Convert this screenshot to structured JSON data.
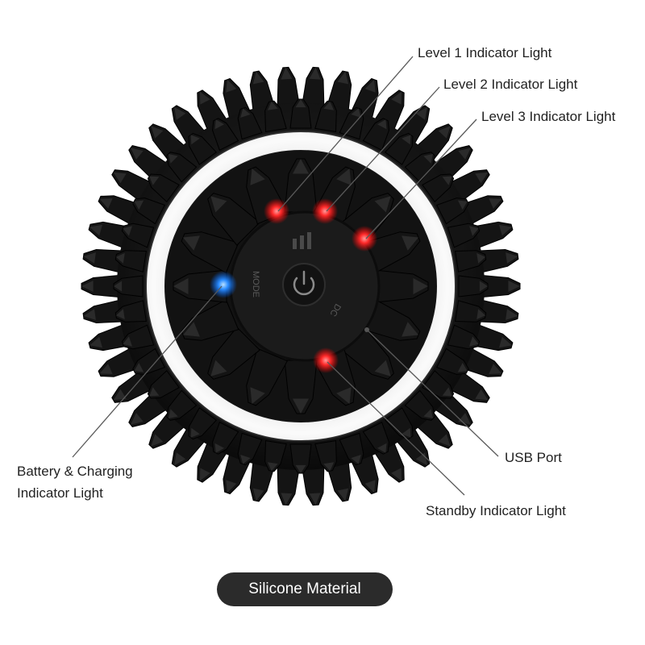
{
  "labels": {
    "level1": "Level 1 Indicator Light",
    "level2": "Level 2 Indicator Light",
    "level3": "Level 3 Indicator Light",
    "battery_line1": "Battery & Charging",
    "battery_line2": "Indicator Light",
    "usb": "USB Port",
    "standby": "Standby Indicator Light"
  },
  "device": {
    "mode_text": "MODE",
    "dc_text": "DC",
    "colors": {
      "body": "#141414",
      "spike_face": "#2a2a2a",
      "ring": "#f4f4f4",
      "indicator_red": "#ff2a2a",
      "indicator_blue": "#2a8cff"
    }
  },
  "badge": {
    "text": "Silicone Material"
  }
}
